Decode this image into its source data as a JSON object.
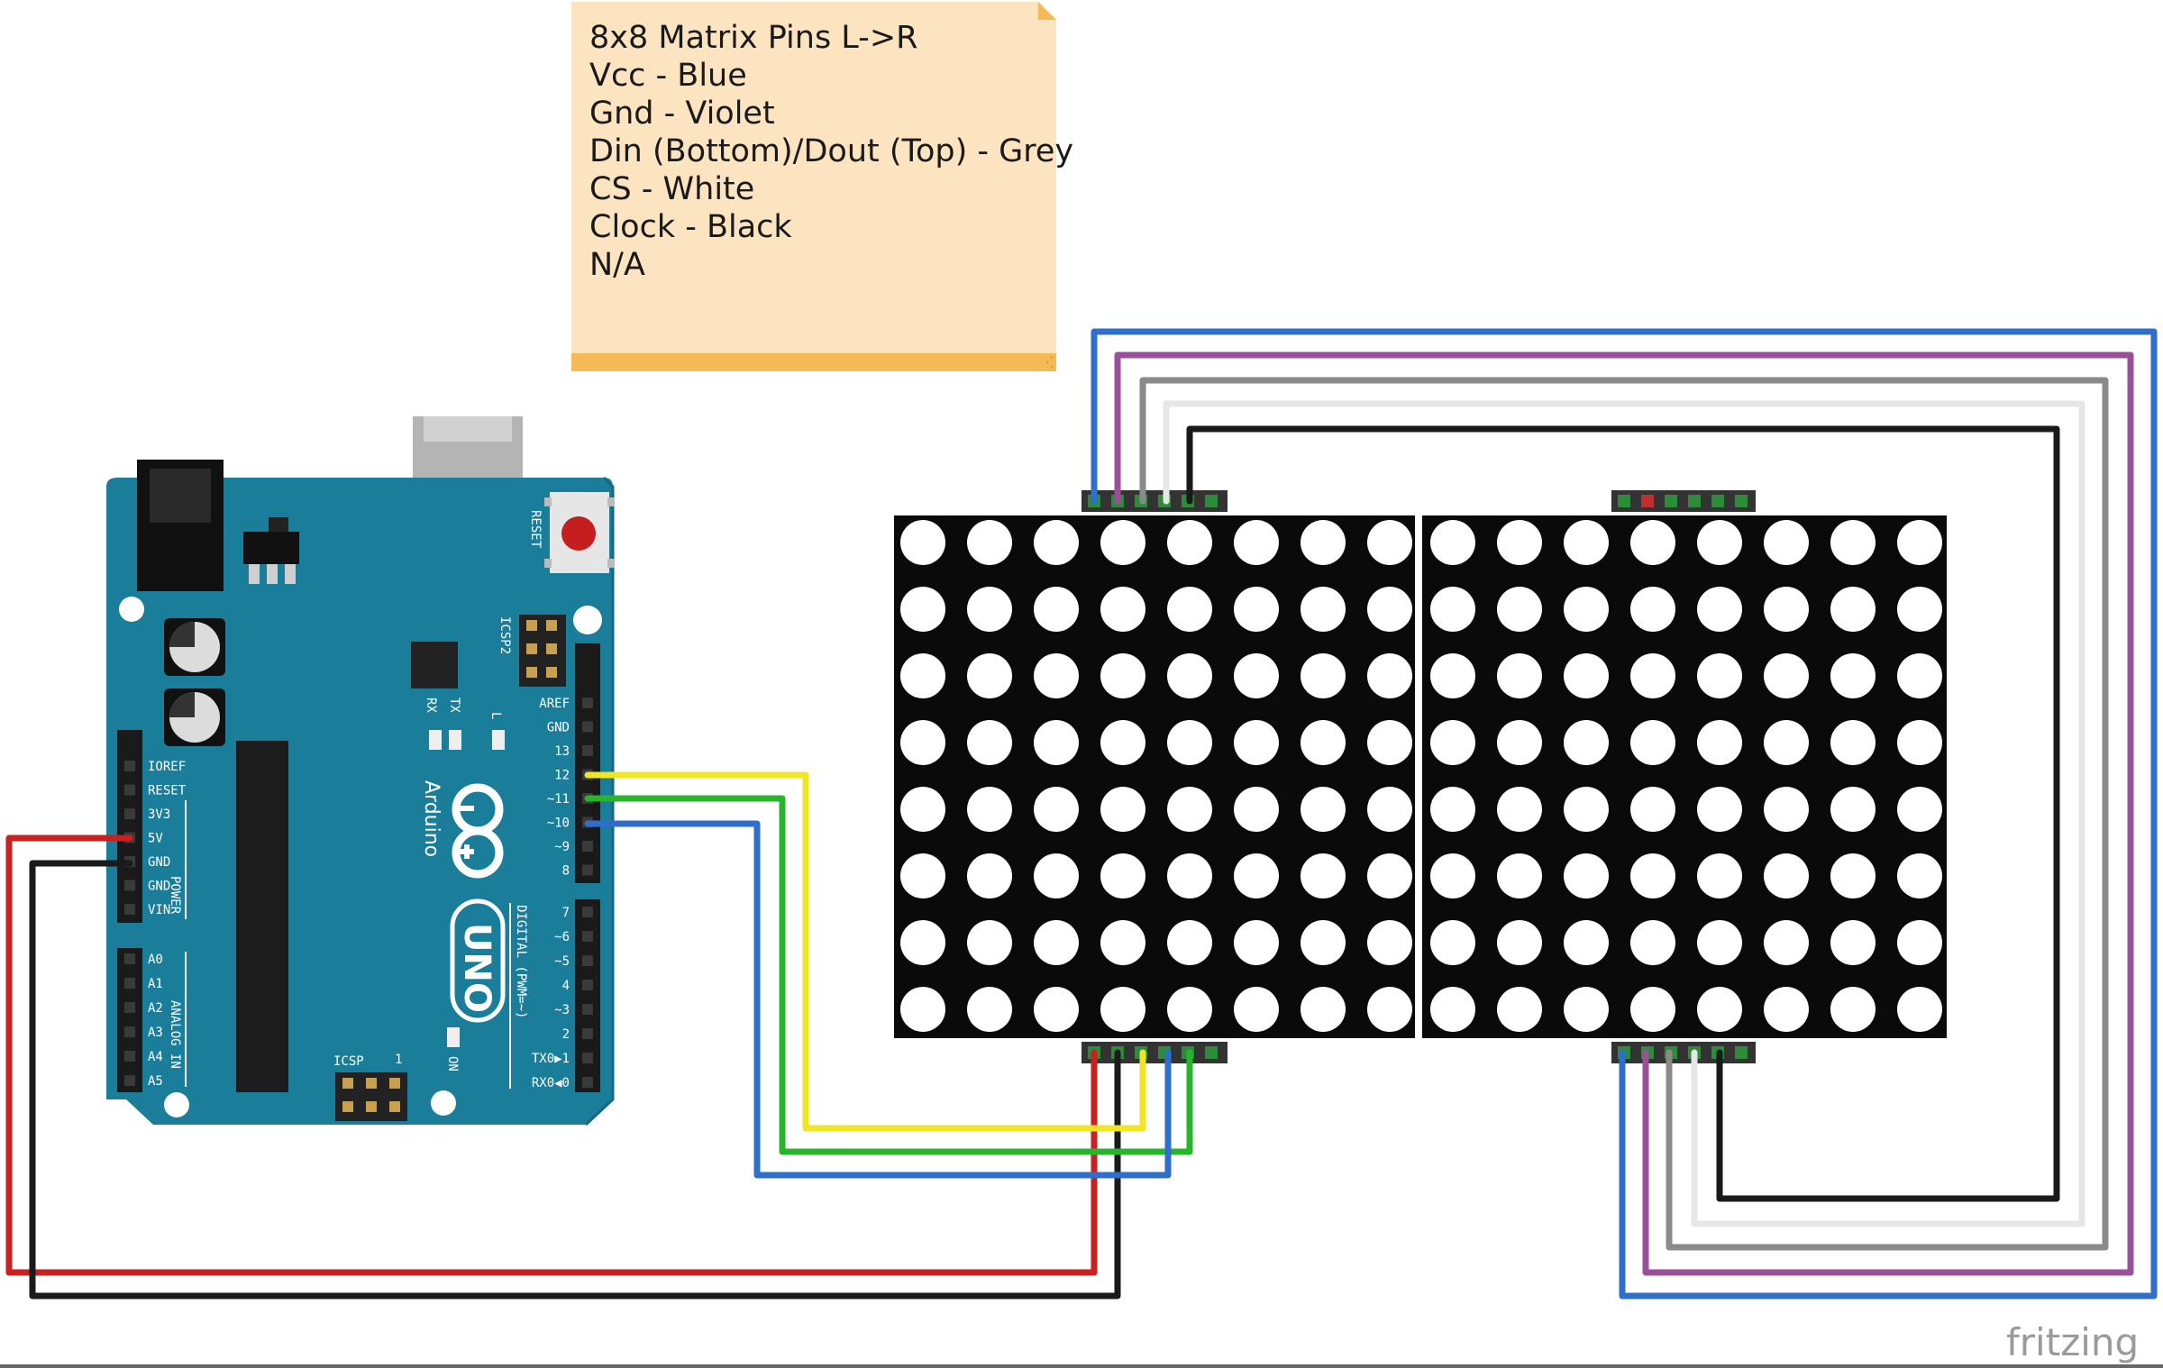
{
  "note": {
    "lines": [
      "8x8 Matrix Pins L->R",
      "Vcc - Blue",
      "Gnd - Violet",
      "Din (Bottom)/Dout (Top) - Grey",
      "CS - White",
      "Clock - Black",
      "N/A"
    ]
  },
  "arduino": {
    "brand": "Arduino",
    "model": "UNO",
    "reset_label": "RESET",
    "icsp2_label": "ICSP2",
    "icsp_label": "ICSP",
    "icsp_pin1": "1",
    "tx_label": "TX",
    "rx_label": "RX",
    "l_label": "L",
    "on_label": "ON",
    "power_label": "POWER",
    "analog_label": "ANALOG IN",
    "digital_label": "DIGITAL (PWM=~)",
    "power_pins": [
      "IOREF",
      "RESET",
      "3V3",
      "5V",
      "GND",
      "GND",
      "VIN"
    ],
    "analog_pins": [
      "A0",
      "A1",
      "A2",
      "A3",
      "A4",
      "A5"
    ],
    "digital_top_pins": [
      "AREF",
      "GND",
      "13",
      "12",
      "~11",
      "~10",
      "~9",
      "8"
    ],
    "digital_bottom_pins": [
      "7",
      "~6",
      "~5",
      "4",
      "~3",
      "2",
      "TX0▶1",
      "RX0◀0"
    ]
  },
  "wires": {
    "colors": {
      "red": "#cc1f1f",
      "black": "#1a1a1a",
      "yellow": "#f0e626",
      "green": "#27b52b",
      "blue": "#2f6fcc",
      "violet": "#9b4f9a",
      "grey": "#8a8a8a",
      "white": "#e6e6e6"
    }
  },
  "colors": {
    "board": "#1a7d99",
    "matrix": "#0a0a0a",
    "led": "#ffffff",
    "note_bg": "#fde4c0",
    "note_bar": "#f5b955"
  },
  "footer": {
    "brand": "fritzing"
  }
}
